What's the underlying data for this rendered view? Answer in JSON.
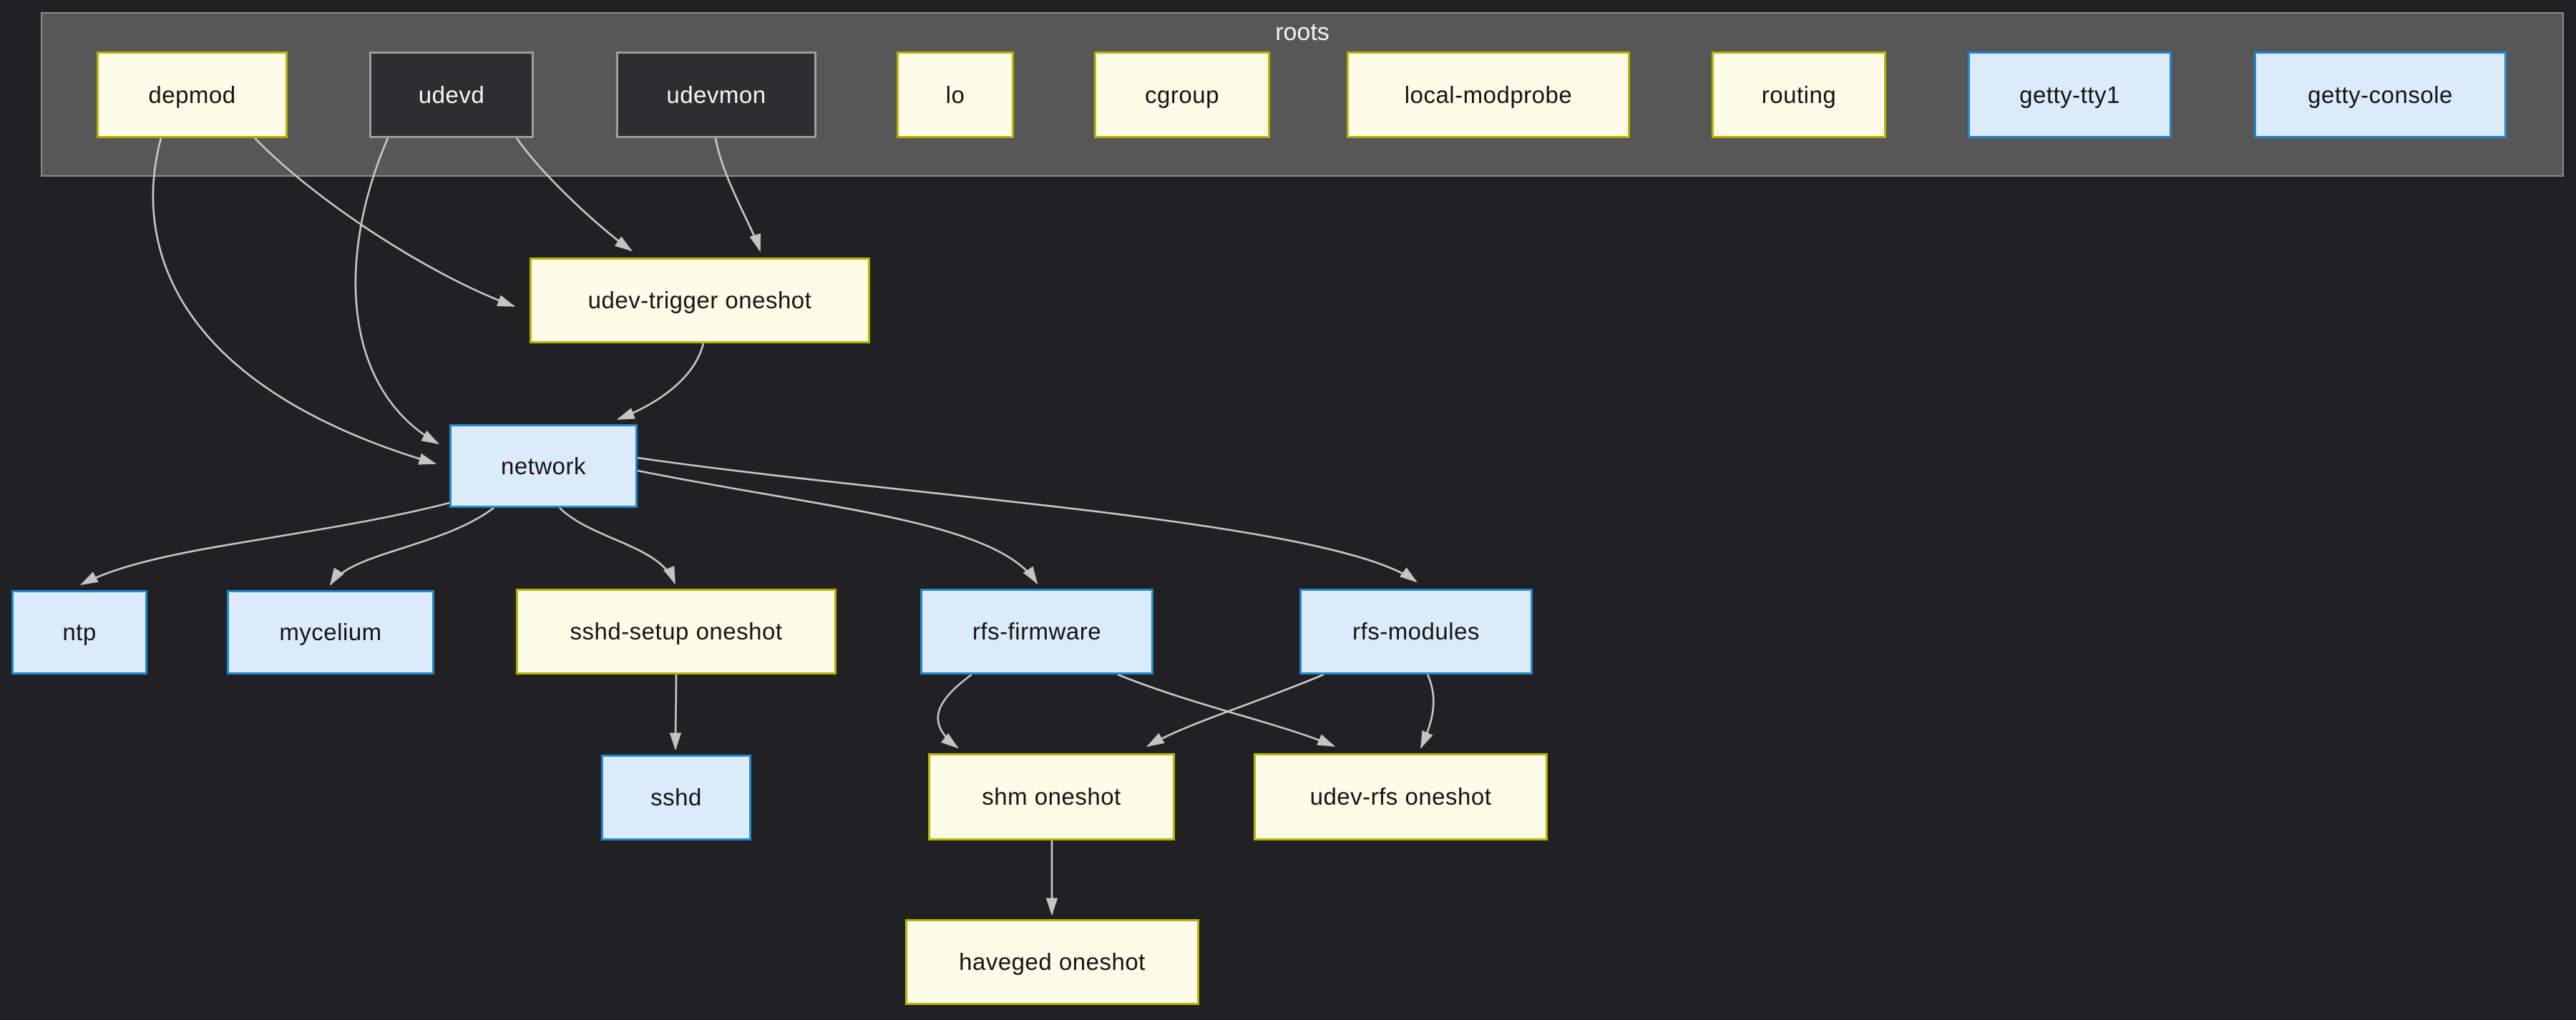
{
  "diagram": {
    "cluster_label": "roots",
    "colors": {
      "background": "#212123",
      "cluster_fill": "#575757",
      "cluster_border": "#8c8c8c",
      "node_yellow_fill": "#fdfce8",
      "node_yellow_border": "#b9b400",
      "node_blue_fill": "#dcebfa",
      "node_blue_border": "#1f88cf",
      "node_dark_fill": "#2e2e30",
      "node_dark_border": "#9e9e9e",
      "edge": "#c9c9c9",
      "cluster_label_text": "#f2f2f2"
    },
    "nodes": [
      {
        "id": "depmod",
        "label": "depmod",
        "kind": "yellow",
        "in_cluster": true
      },
      {
        "id": "udevd",
        "label": "udevd",
        "kind": "dark",
        "in_cluster": true
      },
      {
        "id": "udevmon",
        "label": "udevmon",
        "kind": "dark",
        "in_cluster": true
      },
      {
        "id": "lo",
        "label": "lo",
        "kind": "yellow",
        "in_cluster": true
      },
      {
        "id": "cgroup",
        "label": "cgroup",
        "kind": "yellow",
        "in_cluster": true
      },
      {
        "id": "local-modprobe",
        "label": "local-modprobe",
        "kind": "yellow",
        "in_cluster": true
      },
      {
        "id": "routing",
        "label": "routing",
        "kind": "yellow",
        "in_cluster": true
      },
      {
        "id": "getty-tty1",
        "label": "getty-tty1",
        "kind": "blue",
        "in_cluster": true
      },
      {
        "id": "getty-console",
        "label": "getty-console",
        "kind": "blue",
        "in_cluster": true
      },
      {
        "id": "udev-trigger",
        "label": "udev-trigger oneshot",
        "kind": "yellow",
        "in_cluster": false
      },
      {
        "id": "network",
        "label": "network",
        "kind": "blue",
        "in_cluster": false
      },
      {
        "id": "ntp",
        "label": "ntp",
        "kind": "blue",
        "in_cluster": false
      },
      {
        "id": "mycelium",
        "label": "mycelium",
        "kind": "blue",
        "in_cluster": false
      },
      {
        "id": "sshd-setup",
        "label": "sshd-setup oneshot",
        "kind": "yellow",
        "in_cluster": false
      },
      {
        "id": "rfs-firmware",
        "label": "rfs-firmware",
        "kind": "blue",
        "in_cluster": false
      },
      {
        "id": "rfs-modules",
        "label": "rfs-modules",
        "kind": "blue",
        "in_cluster": false
      },
      {
        "id": "sshd",
        "label": "sshd",
        "kind": "blue",
        "in_cluster": false
      },
      {
        "id": "shm",
        "label": "shm oneshot",
        "kind": "yellow",
        "in_cluster": false
      },
      {
        "id": "udev-rfs",
        "label": "udev-rfs oneshot",
        "kind": "yellow",
        "in_cluster": false
      },
      {
        "id": "haveged",
        "label": "haveged oneshot",
        "kind": "yellow",
        "in_cluster": false
      }
    ],
    "edges": [
      {
        "from": "depmod",
        "to": "udev-trigger"
      },
      {
        "from": "depmod",
        "to": "network"
      },
      {
        "from": "udevd",
        "to": "udev-trigger"
      },
      {
        "from": "udevd",
        "to": "network"
      },
      {
        "from": "udevmon",
        "to": "udev-trigger"
      },
      {
        "from": "udev-trigger",
        "to": "network"
      },
      {
        "from": "network",
        "to": "ntp"
      },
      {
        "from": "network",
        "to": "mycelium"
      },
      {
        "from": "network",
        "to": "sshd-setup"
      },
      {
        "from": "network",
        "to": "rfs-firmware"
      },
      {
        "from": "network",
        "to": "rfs-modules"
      },
      {
        "from": "sshd-setup",
        "to": "sshd"
      },
      {
        "from": "rfs-firmware",
        "to": "shm"
      },
      {
        "from": "rfs-firmware",
        "to": "udev-rfs"
      },
      {
        "from": "rfs-modules",
        "to": "shm"
      },
      {
        "from": "rfs-modules",
        "to": "udev-rfs"
      },
      {
        "from": "shm",
        "to": "haveged"
      }
    ]
  }
}
